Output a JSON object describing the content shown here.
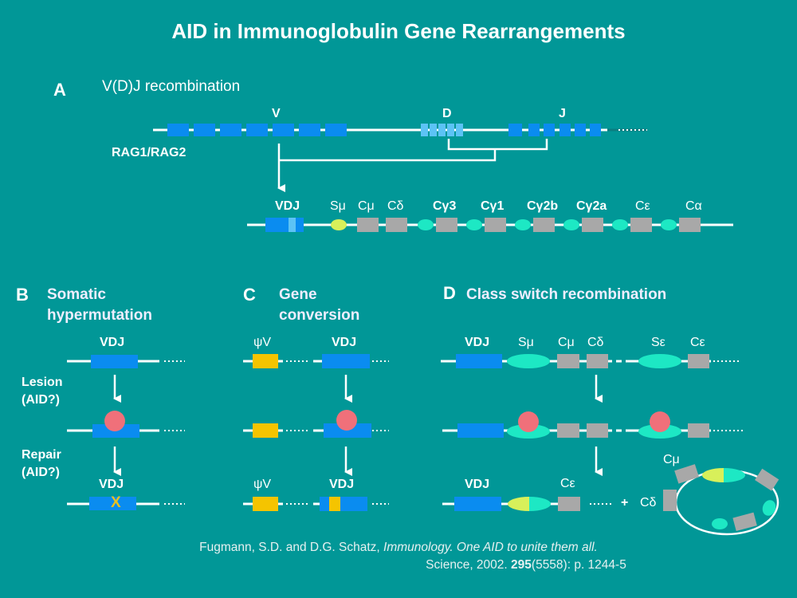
{
  "title": "AID in Immunoglobulin Gene Rearrangements",
  "colors": {
    "background": "#019797",
    "v_segment": "#0a8cf0",
    "d_segment": "#5cc3f5",
    "constant_region": "#a8a8a8",
    "switch_region": "#1de8c4",
    "s_mu": "#d8f05a",
    "lesion": "#f0707a",
    "pseudo_v": "#f5c400",
    "mutation": "#e8c020",
    "line": "#ffffff"
  },
  "panelA": {
    "letter": "A",
    "title": "V(D)J recombination",
    "enzyme": "RAG1/RAG2",
    "germline_labels": {
      "v": "V",
      "d": "D",
      "j": "J"
    },
    "rearranged_labels": [
      "VDJ",
      "Sμ",
      "Cμ",
      "Cδ",
      "Cγ3",
      "Cγ1",
      "Cγ2b",
      "Cγ2a",
      "Cε",
      "Cα"
    ]
  },
  "panelB": {
    "letter": "B",
    "title_line1": "Somatic",
    "title_line2": "hypermutation",
    "top_label": "VDJ",
    "step1_line1": "Lesion",
    "step1_line2": "(AID?)",
    "step2_line1": "Repair",
    "step2_line2": "(AID?)",
    "bottom_label": "VDJ",
    "mutation_mark": "X"
  },
  "panelC": {
    "letter": "C",
    "title_line1": "Gene",
    "title_line2": "conversion",
    "pseudo_label": "ψV",
    "vdj_label": "VDJ"
  },
  "panelD": {
    "letter": "D",
    "title": "Class switch recombination",
    "top_labels": {
      "vdj": "VDJ",
      "s_mu": "Sμ",
      "c_mu": "Cμ",
      "c_delta": "Cδ",
      "s_eps": "Sε",
      "c_eps": "Cε"
    },
    "bottom_labels": {
      "vdj": "VDJ",
      "c_eps": "Cε",
      "plus": "+",
      "c_mu": "Cμ",
      "c_delta": "Cδ"
    }
  },
  "citation": {
    "authors": "Fugmann, S.D. and D.G. Schatz,",
    "article": "Immunology. One AID to unite them all.",
    "journal": "Science, 2002.",
    "volume": "295",
    "issue_pages": "(5558): p. 1244-5"
  }
}
